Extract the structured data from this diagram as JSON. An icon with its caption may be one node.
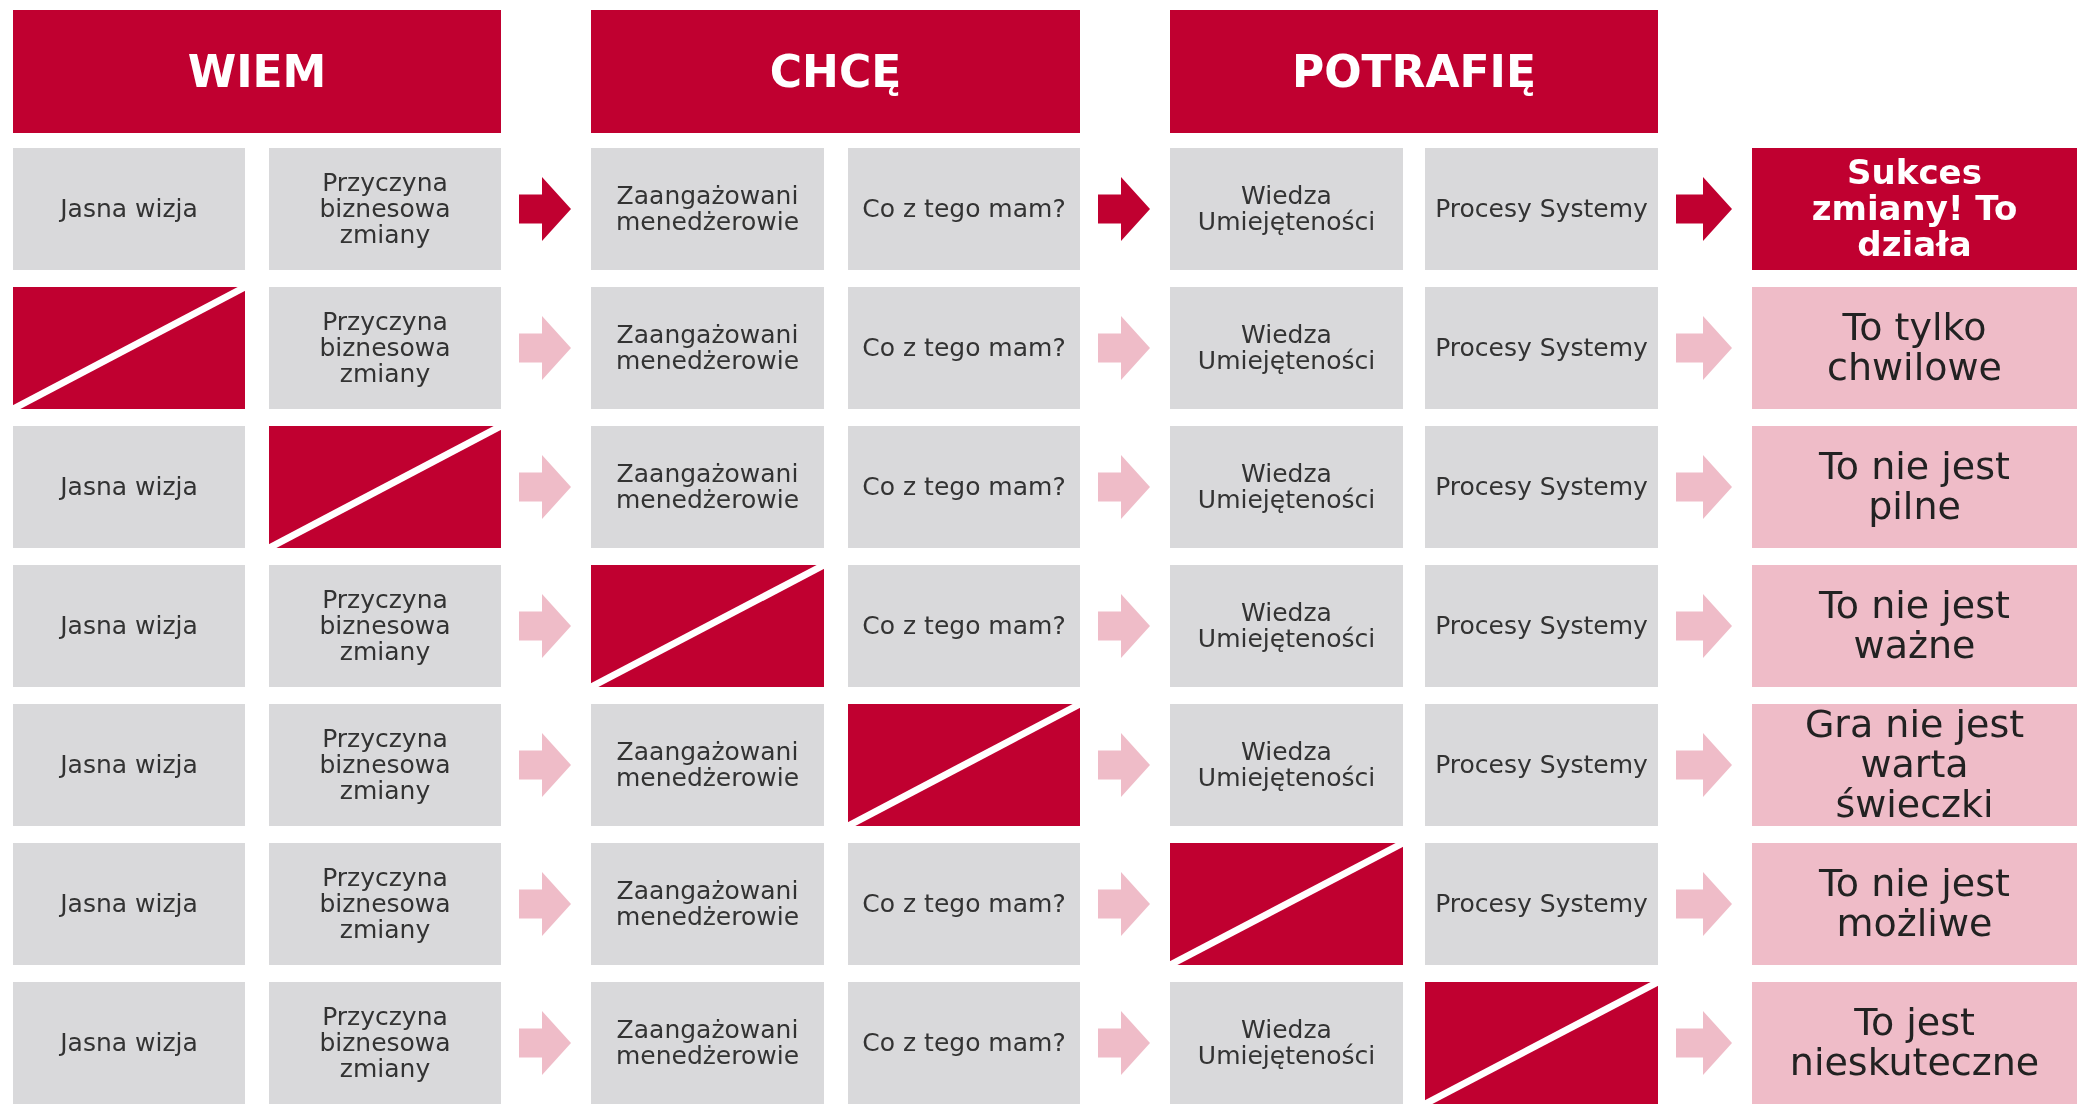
{
  "diagram": {
    "nodes": [
      {
        "text": [
          "WIEM"
        ]
      },
      {
        "text": [
          "CHCĘ"
        ]
      },
      {
        "text": [
          "POTRAFIĘ"
        ]
      },
      {
        "text": [
          "Jasna wizja"
        ]
      },
      {
        "text": [
          "Przyczyna biznesowa zmiany"
        ]
      },
      {
        "text": [
          "Zaangażowani menedżerowie"
        ]
      },
      {
        "text": [
          "Co z tego mam?"
        ]
      },
      {
        "text": [
          "Wiedza Umiejęteności"
        ]
      },
      {
        "text": [
          "Procesy Systemy"
        ]
      },
      {
        "text": [
          "Sukces zmiany! To działa"
        ]
      },
      {
        "text": [],
        "shape": "box"
      },
      {
        "text": [
          "Przyczyna biznesowa zmiany"
        ]
      },
      {
        "text": [
          "Zaangażowani menedżerowie"
        ]
      },
      {
        "text": [
          "Co z tego mam?"
        ]
      },
      {
        "text": [
          "Wiedza Umiejęteności"
        ]
      },
      {
        "text": [
          "Procesy Systemy"
        ]
      },
      {
        "text": [
          "To tylko chwilowe"
        ]
      },
      {
        "text": [
          "Jasna wizja"
        ]
      },
      {
        "text": [],
        "shape": "box"
      },
      {
        "text": [
          "Zaangażowani menedżerowie"
        ]
      },
      {
        "text": [
          "Co z tego mam?"
        ]
      },
      {
        "text": [
          "Wiedza Umiejęteności"
        ]
      },
      {
        "text": [
          "Procesy Systemy"
        ]
      },
      {
        "text": [
          "To nie jest pilne"
        ]
      },
      {
        "text": [
          "Jasna wizja"
        ]
      },
      {
        "text": [
          "Przyczyna biznesowa zmiany"
        ]
      },
      {
        "text": [],
        "shape": "box"
      },
      {
        "text": [
          "Co z tego mam?"
        ]
      },
      {
        "text": [
          "Wiedza Umiejęteności"
        ]
      },
      {
        "text": [
          "Procesy Systemy"
        ]
      },
      {
        "text": [
          "To nie jest ważne"
        ]
      },
      {
        "text": [
          "Jasna wizja"
        ]
      },
      {
        "text": [
          "Przyczyna biznesowa zmiany"
        ]
      },
      {
        "text": [
          "Zaangażowani menedżerowie"
        ]
      },
      {
        "text": [],
        "shape": "box"
      },
      {
        "text": [
          "Wiedza Umiejęteności"
        ]
      },
      {
        "text": [
          "Procesy Systemy"
        ]
      },
      {
        "text": [
          "Gra nie jest warta świeczki"
        ]
      },
      {
        "text": [
          "Jasna wizja"
        ]
      },
      {
        "text": [
          "Przyczyna biznesowa zmiany"
        ]
      },
      {
        "text": [
          "Zaangażowani menedżerowie"
        ]
      },
      {
        "text": [
          "Co z tego mam?"
        ]
      },
      {
        "text": [],
        "shape": "box"
      },
      {
        "text": [
          "Procesy Systemy"
        ]
      },
      {
        "text": [
          "To nie jest możliwe"
        ]
      },
      {
        "text": [
          "Jasna wizja"
        ]
      },
      {
        "text": [
          "Przyczyna biznesowa zmiany"
        ]
      },
      {
        "text": [
          "Zaangażowani menedżerowie"
        ]
      },
      {
        "text": [
          "Co z tego mam?"
        ]
      },
      {
        "text": [
          "Wiedza Umiejęteności"
        ]
      },
      {
        "text": [],
        "shape": "box"
      },
      {
        "text": [
          "To jest nieskuteczne"
        ]
      }
    ],
    "edges": [
      {
        "from": 4,
        "to": 5,
        "arrow": "to",
        "color": "#c00030"
      },
      {
        "from": 6,
        "to": 7,
        "arrow": "to",
        "color": "#c00030"
      },
      {
        "from": 8,
        "to": 9,
        "arrow": "to",
        "color": "#c00030"
      },
      {
        "from": 11,
        "to": 12,
        "arrow": "to"
      },
      {
        "from": 13,
        "to": 14,
        "arrow": "to"
      },
      {
        "from": 15,
        "to": 16,
        "arrow": "to"
      },
      {
        "from": 18,
        "to": 19,
        "arrow": "to"
      },
      {
        "from": 20,
        "to": 21,
        "arrow": "to"
      },
      {
        "from": 22,
        "to": 23,
        "arrow": "to"
      },
      {
        "from": 25,
        "to": 26,
        "arrow": "to"
      },
      {
        "from": 27,
        "to": 28,
        "arrow": "to"
      },
      {
        "from": 29,
        "to": 30,
        "arrow": "to"
      },
      {
        "from": 32,
        "to": 33,
        "arrow": "to"
      },
      {
        "from": 34,
        "to": 35,
        "arrow": "to"
      },
      {
        "from": 36,
        "to": 37,
        "arrow": "to"
      },
      {
        "from": 39,
        "to": 40,
        "arrow": "to"
      },
      {
        "from": 41,
        "to": 42,
        "arrow": "to"
      },
      {
        "from": 43,
        "to": 44,
        "arrow": "to"
      },
      {
        "from": 46,
        "to": 47,
        "arrow": "to"
      },
      {
        "from": 48,
        "to": 49,
        "arrow": "to"
      },
      {
        "from": 50,
        "to": 51,
        "arrow": "to"
      }
    ]
  }
}
